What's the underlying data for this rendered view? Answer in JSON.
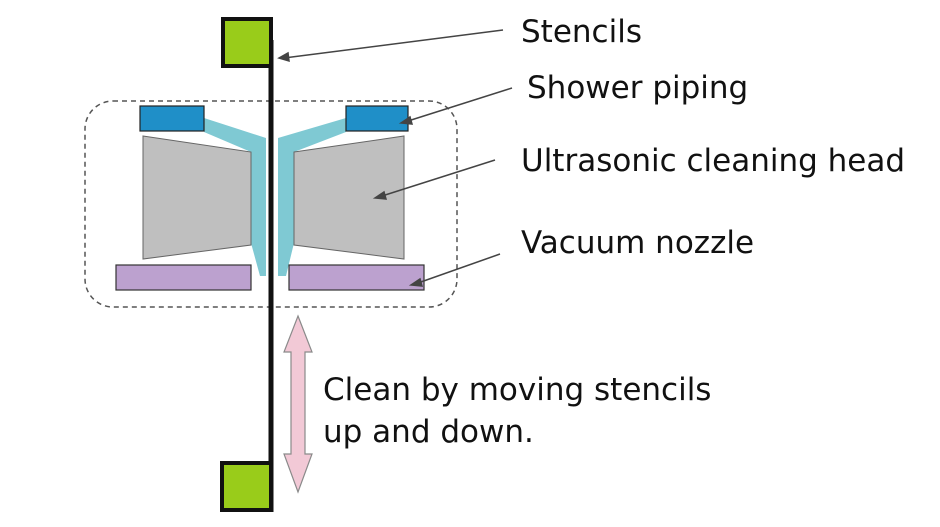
{
  "labels": {
    "stencils": "Stencils",
    "shower_piping": "Shower piping",
    "ultrasonic_head": "Ultrasonic cleaning head",
    "vacuum_nozzle": "Vacuum nozzle"
  },
  "caption": {
    "line1": "Clean by moving stencils",
    "line2": "up and down."
  },
  "colors": {
    "stencil_block": "#99cc1a",
    "shower_pipe": "#1f8fc8",
    "spray": "#7fc9d3",
    "head": "#bfbfbf",
    "vacuum": "#bca1cf",
    "motion_arrow": "#f2c9d6"
  }
}
